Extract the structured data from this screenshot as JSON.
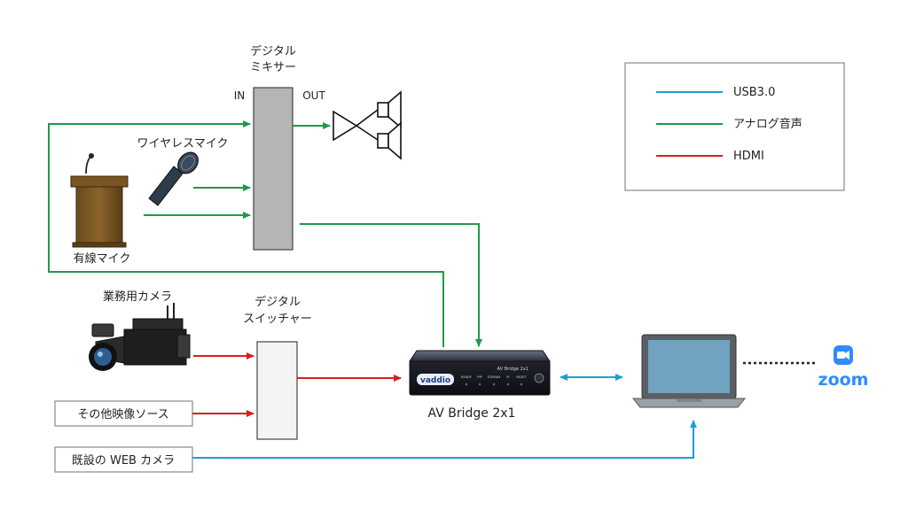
{
  "mixer": {
    "title_line1": "デジタル",
    "title_line2": "ミキサー",
    "in_label": "IN",
    "out_label": "OUT"
  },
  "switcher": {
    "title_line1": "デジタル",
    "title_line2": "スイッチャー"
  },
  "sources": {
    "wireless_mic": "ワイヤレスマイク",
    "wired_mic": "有線マイク",
    "pro_camera": "業務用カメラ",
    "other_video": "その他映像ソース",
    "web_camera": "既設の WEB カメラ"
  },
  "av_bridge": {
    "name": "AV Bridge 2x1",
    "brand": "vaddio",
    "model_text": "AV Bridge 2x1",
    "panel_labels": [
      "READY",
      "PIP",
      "STREAM",
      "IP",
      "RESET"
    ]
  },
  "zoom": {
    "label": "zoom"
  },
  "legend": {
    "items": [
      {
        "label": "USB3.0",
        "color": "#1a9fd9"
      },
      {
        "label": "アナログ音声",
        "color": "#1e9a4a"
      },
      {
        "label": "HDMI",
        "color": "#d81e1e"
      }
    ]
  },
  "colors": {
    "usb": "#1a9fd9",
    "analog": "#1e9a4a",
    "hdmi": "#d81e1e"
  }
}
